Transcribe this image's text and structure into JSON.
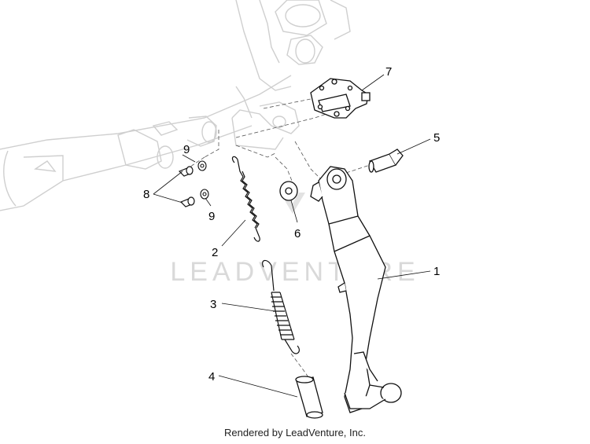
{
  "diagram": {
    "callouts": [
      {
        "id": "1",
        "label": "1"
      },
      {
        "id": "2",
        "label": "2"
      },
      {
        "id": "3",
        "label": "3"
      },
      {
        "id": "4",
        "label": "4"
      },
      {
        "id": "5",
        "label": "5"
      },
      {
        "id": "6",
        "label": "6"
      },
      {
        "id": "7",
        "label": "7"
      },
      {
        "id": "8",
        "label": "8"
      },
      {
        "id": "9a",
        "label": "9"
      },
      {
        "id": "9b",
        "label": "9"
      }
    ],
    "watermark": "LEADVENTURE",
    "footer": "Rendered by LeadVenture, Inc."
  },
  "colors": {
    "ghost_frame": "#cfcfcf",
    "part_line": "#111111",
    "watermark": "#d9d9d9"
  }
}
